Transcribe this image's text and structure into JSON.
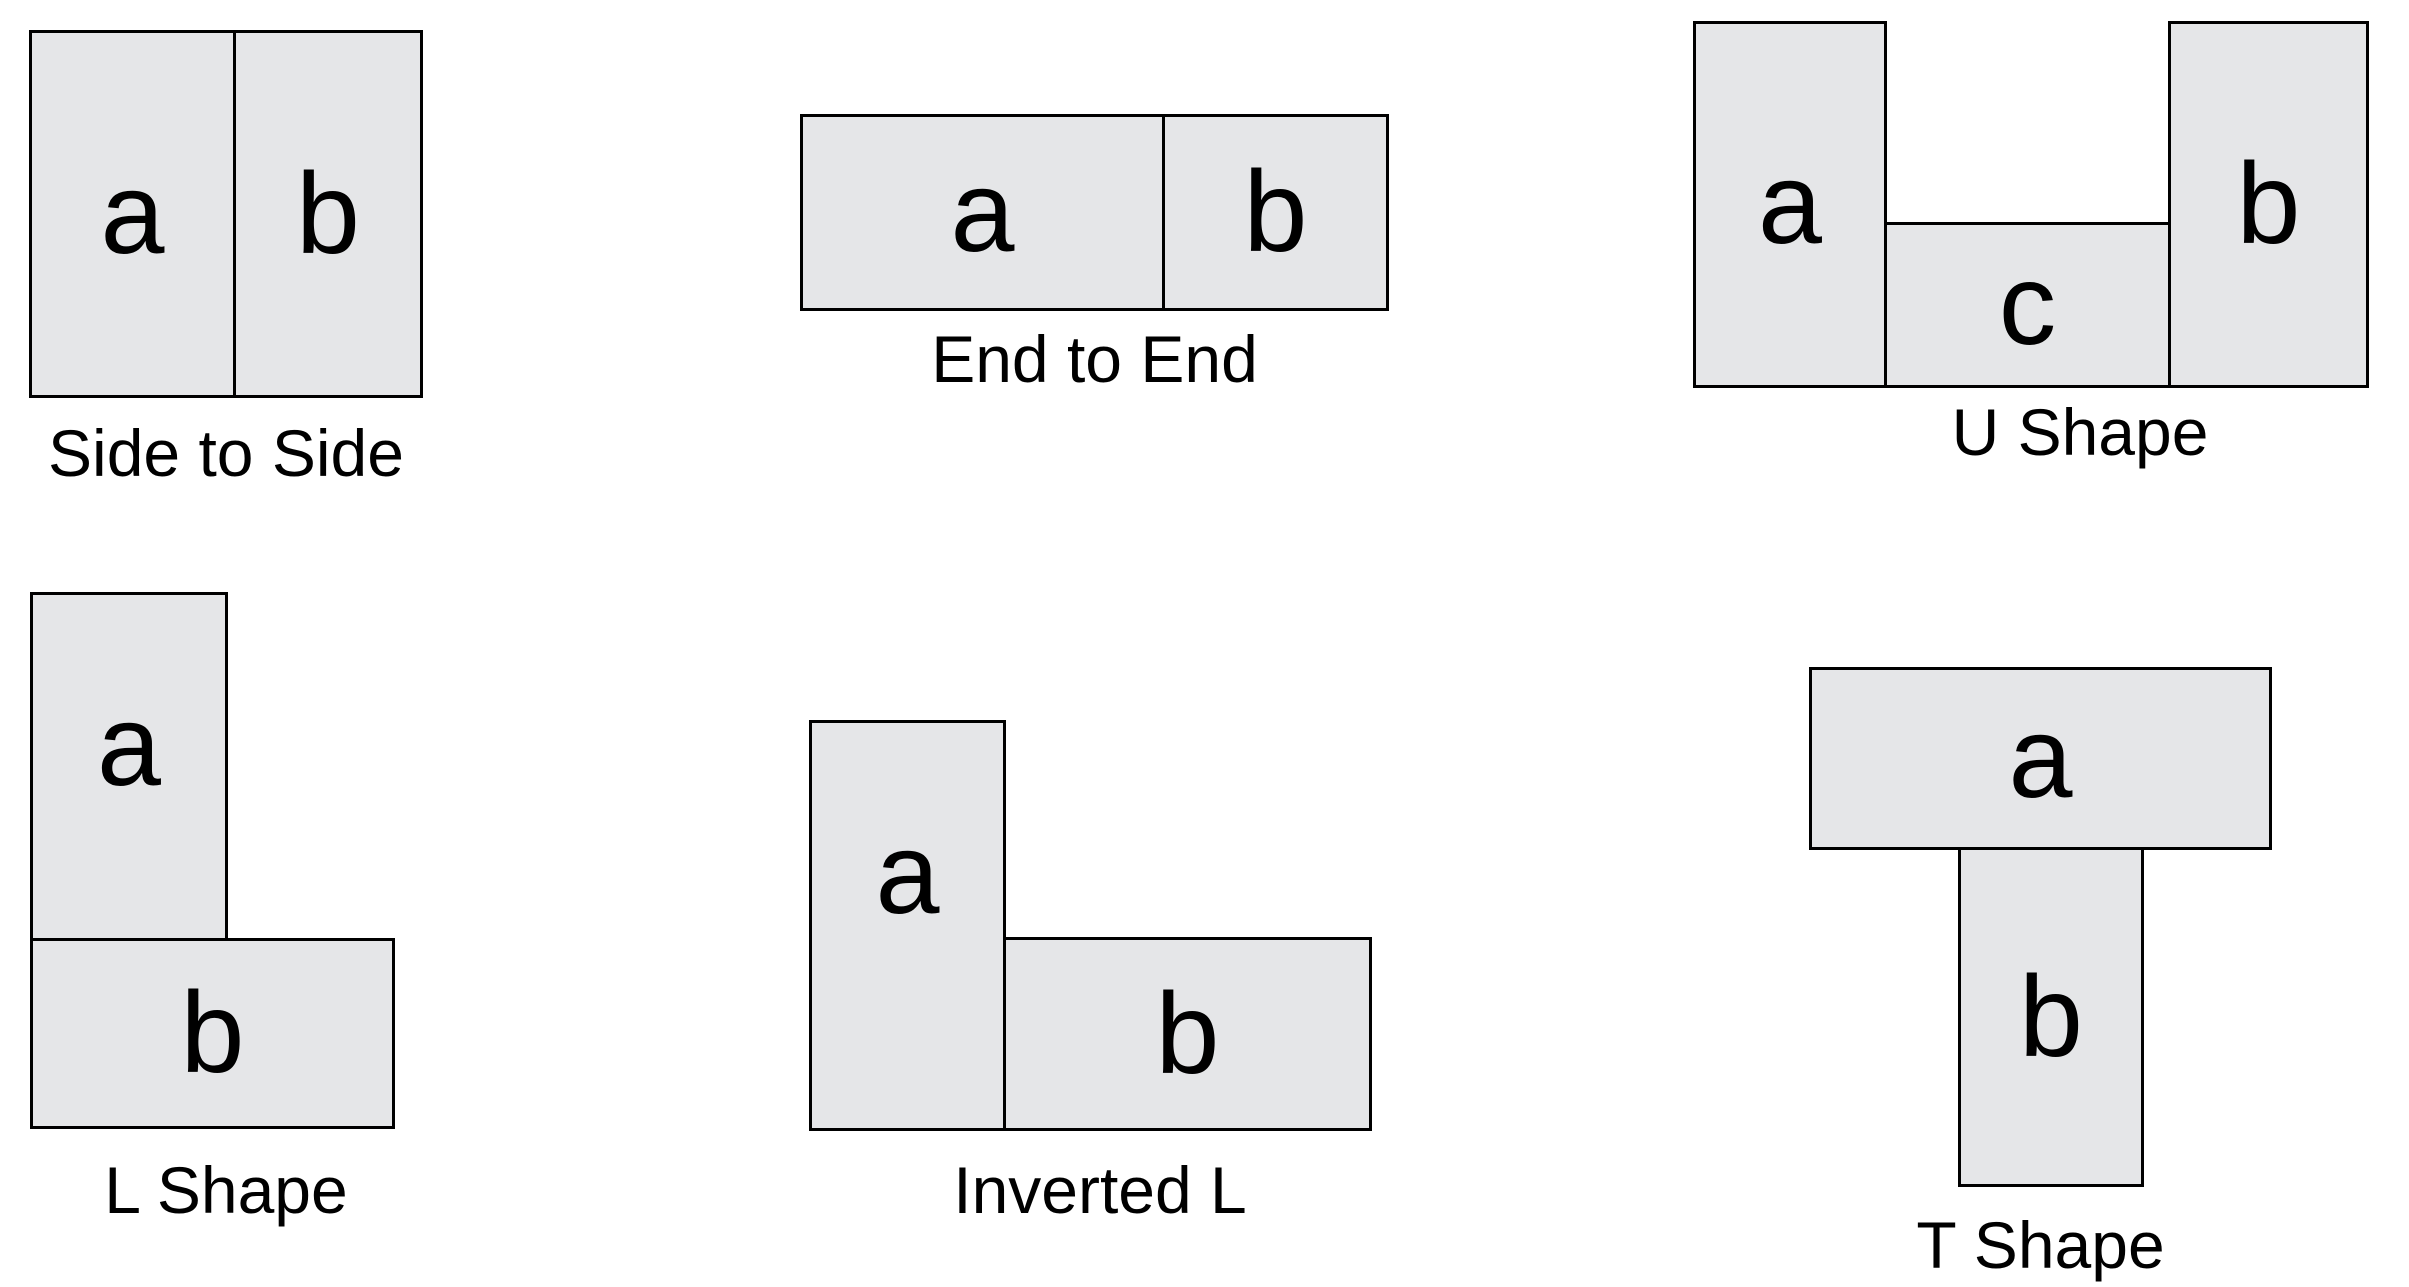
{
  "colors": {
    "background": "#ffffff",
    "shape_fill": "#e5e6e8",
    "shape_border": "#000000",
    "text": "#000000"
  },
  "diagrams": {
    "side_to_side": {
      "caption": "Side to Side",
      "a": "a",
      "b": "b"
    },
    "end_to_end": {
      "caption": "End to End",
      "a": "a",
      "b": "b"
    },
    "u_shape": {
      "caption": "U Shape",
      "a": "a",
      "b": "b",
      "c": "c"
    },
    "l_shape": {
      "caption": "L Shape",
      "a": "a",
      "b": "b"
    },
    "inverted_l": {
      "caption": "Inverted L",
      "a": "a",
      "b": "b"
    },
    "t_shape": {
      "caption": "T Shape",
      "a": "a",
      "b": "b"
    }
  }
}
